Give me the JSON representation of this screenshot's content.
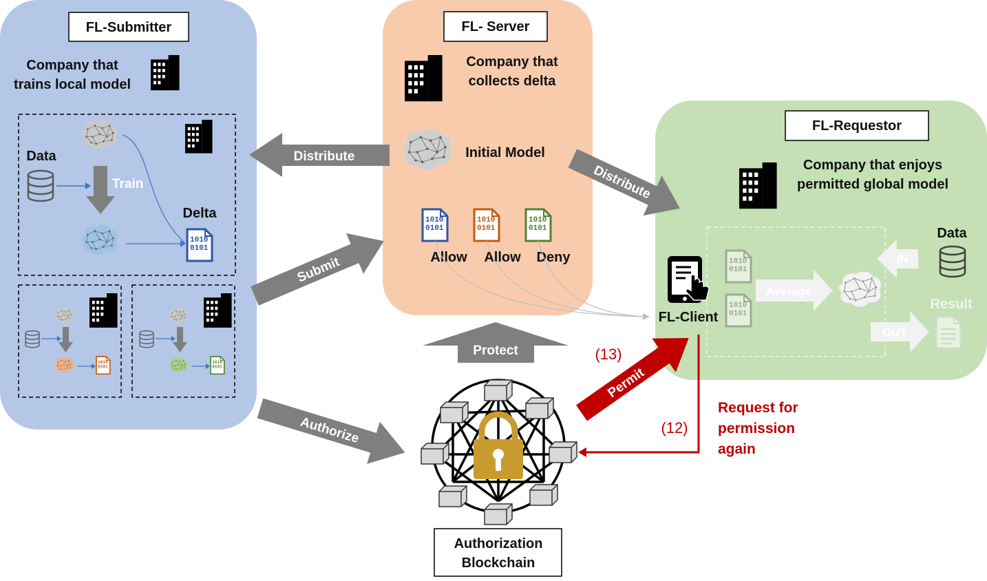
{
  "submitter": {
    "title": "FL-Submitter",
    "company_line1": "Company that",
    "company_line2": "trains local model",
    "data_label": "Data",
    "train_label": "Train",
    "delta_label": "Delta"
  },
  "server": {
    "title": "FL- Server",
    "company_line1": "Company that",
    "company_line2": "collects delta",
    "initial_model": "Initial Model",
    "allow_1": "Allow",
    "allow_2": "Allow",
    "deny": "Deny"
  },
  "requestor": {
    "title": "FL-Requestor",
    "company_line1": "Company that enjoys",
    "company_line2": "permitted global model",
    "data_label": "Data",
    "in_label": "IN",
    "average_label": "Average",
    "result_label": "Result",
    "out_label": "OUT",
    "client_label": "FL-Client"
  },
  "arrows": {
    "distribute_left": "Distribute",
    "distribute_right": "Distribute",
    "submit": "Submit",
    "authorize": "Authorize",
    "protect": "Protect",
    "permit": "Permit"
  },
  "annotations": {
    "step13": "(13)",
    "step12": "(12)",
    "request_line1": "Request for",
    "request_line2": "permission",
    "request_line3": "again"
  },
  "blockchain": {
    "line1": "Authorization",
    "line2": "Blockchain"
  },
  "binary": {
    "line1": "1010",
    "line2": "0101"
  },
  "icons": [
    "building-icon",
    "brain-icon",
    "database-icon",
    "binary-file-icon",
    "tablet-touch-icon",
    "document-icon",
    "padlock-icon",
    "blockchain-node-icon"
  ],
  "colors": {
    "submitter_bg": "#b4c7e7",
    "server_bg": "#f8cbad",
    "requestor_bg": "#c5e0b4",
    "arrow_gray": "#7f7f7f",
    "permit_red": "#c00000",
    "blue": "#2f55a4",
    "orange": "#c55a11",
    "green": "#538135",
    "lock_gold": "#c99a2e"
  }
}
